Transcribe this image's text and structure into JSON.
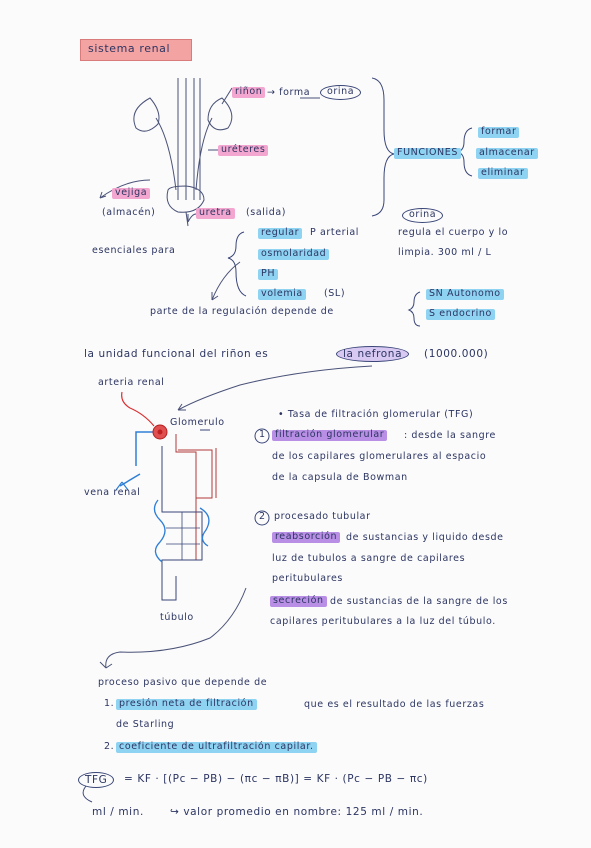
{
  "title": "sistema renal",
  "kidney_diagram": {
    "rinon": "riñon",
    "forma_arrow": "→ forma",
    "orina": "orina",
    "ureteres": "uréteres",
    "vejiga": "vejiga",
    "almacen": "(almacén)",
    "uretra": "uretra",
    "salida": "(salida)"
  },
  "funciones": {
    "label": "FUNCIONES",
    "items": [
      "formar",
      "almacenar",
      "eliminar"
    ],
    "orina2": "orina",
    "regula": "regula el cuerpo y lo",
    "limpia": "limpia. 300 ml / L"
  },
  "esenciales": {
    "label": "esenciales para",
    "items": [
      "regular",
      "P arterial",
      "osmolaridad",
      "PH",
      "volemia",
      "(SL)"
    ],
    "parte": "parte de la regulación depende de",
    "sn": [
      "SN Autonomo",
      "S endocrino"
    ]
  },
  "nefrona": {
    "text_a": "la unidad funcional del riñon es",
    "nefrona": "la nefrona",
    "count": "(1000.000)"
  },
  "nephron_diagram": {
    "arteria": "arteria renal",
    "glomerulo": "Glomerulo",
    "vena": "vena renal",
    "tubulo": "túbulo"
  },
  "tfg": {
    "header": "• Tasa de filtración glomerular (TFG)",
    "n1": "1",
    "filtracion": "filtración glomerular",
    "filtracion_rest": ": desde la sangre",
    "line2": "de los capilares glomerulares al espacio",
    "line3": "de la capsula de Bowman",
    "n2": "2",
    "procesado": "procesado tubular",
    "reabsorcion": "reabsorción",
    "reab_rest": "de sustancias y liquido desde",
    "reab_l2": "luz de tubulos a sangre de capilares",
    "reab_l3": "peritubulares",
    "secrecion": "secreción",
    "sec_rest": "de sustancias de la sangre de los",
    "sec_l2": "capilares peritubulares a la luz del túbulo."
  },
  "proceso": {
    "intro": "proceso pasivo que depende de",
    "i1_num": "1.",
    "i1_hl": "presión neta de filtración",
    "i1_rest": "que es el resultado de las fuerzas",
    "i1_l2": "de Starling",
    "i2_num": "2.",
    "i2_hl": "coeficiente de ultrafiltración capilar.",
    "formula_tfg": "TFG",
    "formula": "= KF · [(Pc − PB) − (πc − πB)] = KF · (Pc − PB − πc)",
    "unit": "ml / min.",
    "valor": "↪ valor promedio en nombre: 125 ml / min."
  },
  "colors": {
    "ink": "#2c3561",
    "pink": "#f3a6cf",
    "blue": "#8fd3f2",
    "purple": "#b98fe6",
    "title_red": "#f4a3a3",
    "artery_red": "#d93030",
    "vein_blue": "#2f7fd6"
  }
}
